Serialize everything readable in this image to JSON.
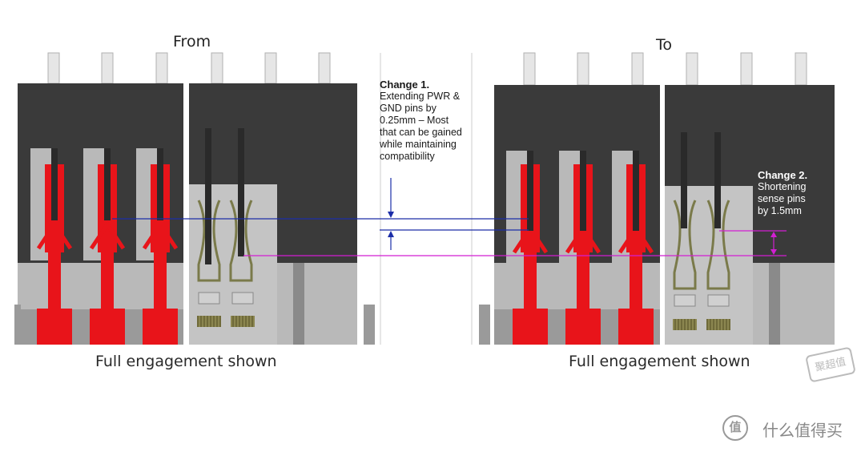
{
  "left": {
    "title": "From",
    "caption": "Full engagement shown"
  },
  "right": {
    "title": "To",
    "caption": "Full engagement shown"
  },
  "change1": {
    "heading": "Change 1.",
    "lines": [
      "Extending PWR &",
      "GND pins by",
      "0.25mm – Most",
      "that can be gained",
      "while maintaining",
      "compatibility"
    ]
  },
  "change2": {
    "heading": "Change 2.",
    "lines": [
      "Shortening",
      "sense pins",
      "by 1.5mm"
    ]
  },
  "watermark": {
    "brand": "什么值得买",
    "logo_glyph": "值",
    "stamp": "聚超值"
  },
  "colors": {
    "housing": "#3a3a3a",
    "power_pin": "#e8141a",
    "sense_pin": "#8a8a5a",
    "line_blue": "#1c2ea8",
    "line_magenta": "#d21fd2"
  }
}
